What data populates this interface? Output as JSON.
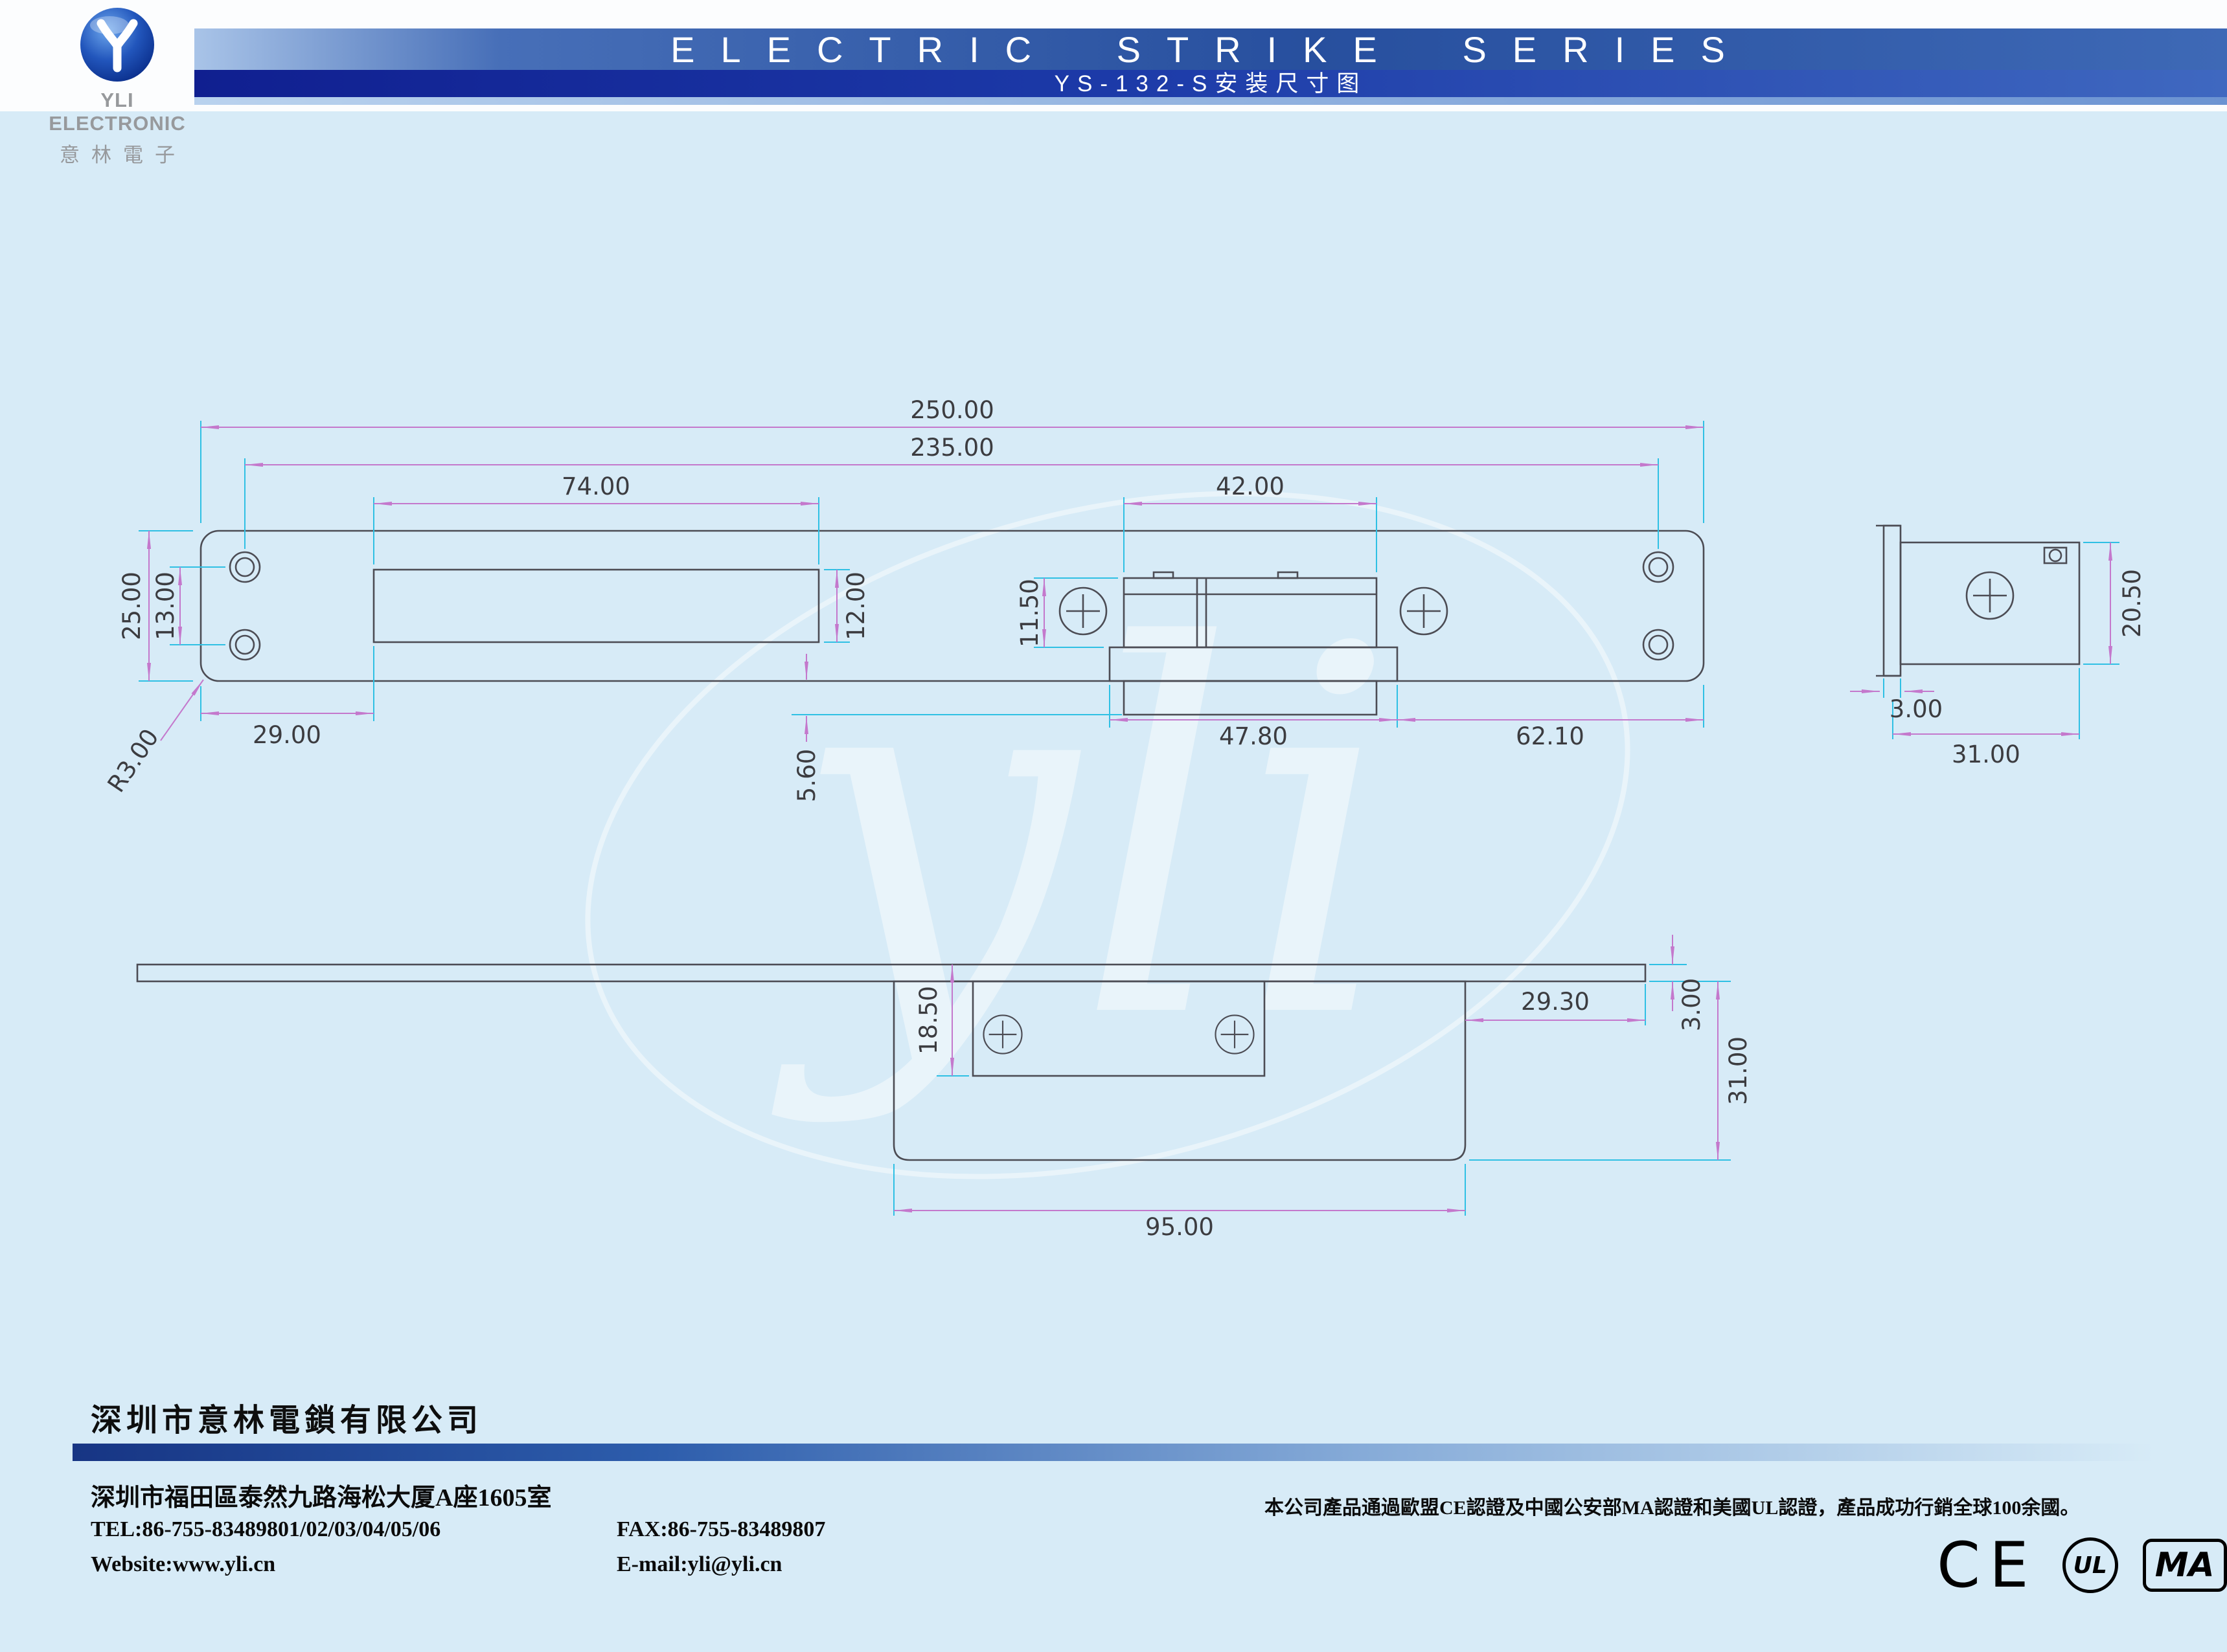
{
  "header": {
    "brand_name": "YLI ELECTRONIC",
    "brand_cn": "意林電子",
    "series_title": "ELECTRIC STRIKE SERIES",
    "subtitle": "YS-132-S安装尺寸图"
  },
  "watermark": "yli",
  "dims": {
    "front": {
      "total_width": "250.00",
      "hole_span": "235.00",
      "slot_width": "74.00",
      "keeper_top_width": "42.00",
      "plate_height": "25.00",
      "hole_gap": "13.00",
      "slot_height": "12.00",
      "keeper_height": "11.50",
      "corner_radius": "R3.00",
      "left_offset": "29.00",
      "keeper_width": "47.80",
      "right_offset": "62.10",
      "lip_depth": "5.60"
    },
    "side": {
      "height": "20.50",
      "plate_thickness": "3.00",
      "width": "31.00"
    },
    "plan": {
      "keeper_depth": "18.50",
      "right_offset": "29.30",
      "plate_thickness": "3.00",
      "body_height": "31.00",
      "body_width": "95.00"
    }
  },
  "footer": {
    "company_cn": "深圳市意林電鎖有限公司",
    "address": "深圳市福田區泰然九路海松大厦A座1605室",
    "tel": "TEL:86-755-83489801/02/03/04/05/06",
    "fax": "FAX:86-755-83489807",
    "website": "Website:www.yli.cn",
    "email": "E-mail:yli@yli.cn",
    "cert_note": "本公司產品通過歐盟CE認證及中國公安部MA認證和美國UL認證，產品成功行銷全球100余國。",
    "cert_ce": "CE",
    "cert_ul": "UL",
    "cert_ma": "MA"
  }
}
